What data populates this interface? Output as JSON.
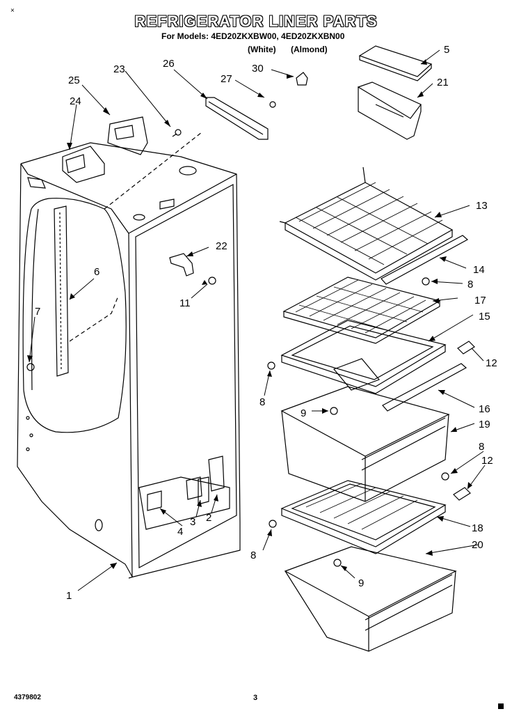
{
  "header": {
    "title": "REFRIGERATOR LINER PARTS",
    "models_line": "For Models: 4ED20ZKXBW00, 4ED20ZKXBN00",
    "color_white": "(White)",
    "color_almond": "(Almond)"
  },
  "corner_mark": "×",
  "footer": {
    "doc_number": "4379802",
    "page_number": "3"
  },
  "callouts": [
    "1",
    "2",
    "3",
    "4",
    "5",
    "6",
    "7",
    "8",
    "9",
    "11",
    "12",
    "13",
    "14",
    "15",
    "16",
    "17",
    "18",
    "19",
    "20",
    "21",
    "22",
    "23",
    "24",
    "25",
    "26",
    "27",
    "30"
  ]
}
